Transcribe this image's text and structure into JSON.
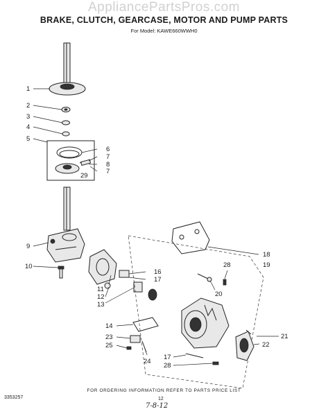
{
  "watermark": "AppliancePartsPros.com",
  "header": {
    "title": "BRAKE, CLUTCH, GEARCASE, MOTOR AND PUMP PARTS",
    "model": "For Model: KAWE660WWH0"
  },
  "footer": {
    "ordering_note": "FOR ORDERING INFORMATION REFER TO PARTS PRICE LIST",
    "catalog_number": "3353257",
    "page_number": "12",
    "handwritten_note": "7-8-12"
  },
  "callouts": [
    "1",
    "2",
    "3",
    "4",
    "5",
    "6",
    "7",
    "8",
    "7",
    "29",
    "9",
    "10",
    "11",
    "12",
    "13",
    "16",
    "17",
    "28",
    "19",
    "18",
    "20",
    "14",
    "23",
    "25",
    "24",
    "17",
    "28",
    "21",
    "22"
  ]
}
